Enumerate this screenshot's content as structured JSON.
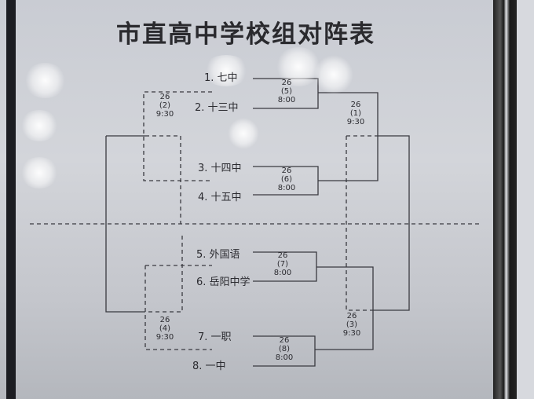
{
  "title": "市直高中学校组对阵表",
  "teams": [
    "1. 七中",
    "2. 十三中",
    "3. 十四中",
    "4. 十五中",
    "5. 外国语",
    "6. 岳阳中学",
    "7. 一职",
    "8. 一中"
  ],
  "matches": [
    {
      "date": "26",
      "no": "(5)",
      "time": "8:00"
    },
    {
      "date": "26",
      "no": "(6)",
      "time": "8:00"
    },
    {
      "date": "26",
      "no": "(7)",
      "time": "8:00"
    },
    {
      "date": "26",
      "no": "(8)",
      "time": "8:00"
    },
    {
      "date": "26",
      "no": "(1)",
      "time": "9:30"
    },
    {
      "date": "26",
      "no": "(2)",
      "time": "9:30"
    },
    {
      "date": "26",
      "no": "(3)",
      "time": "9:30"
    },
    {
      "date": "26",
      "no": "(4)",
      "time": "9:30"
    }
  ]
}
